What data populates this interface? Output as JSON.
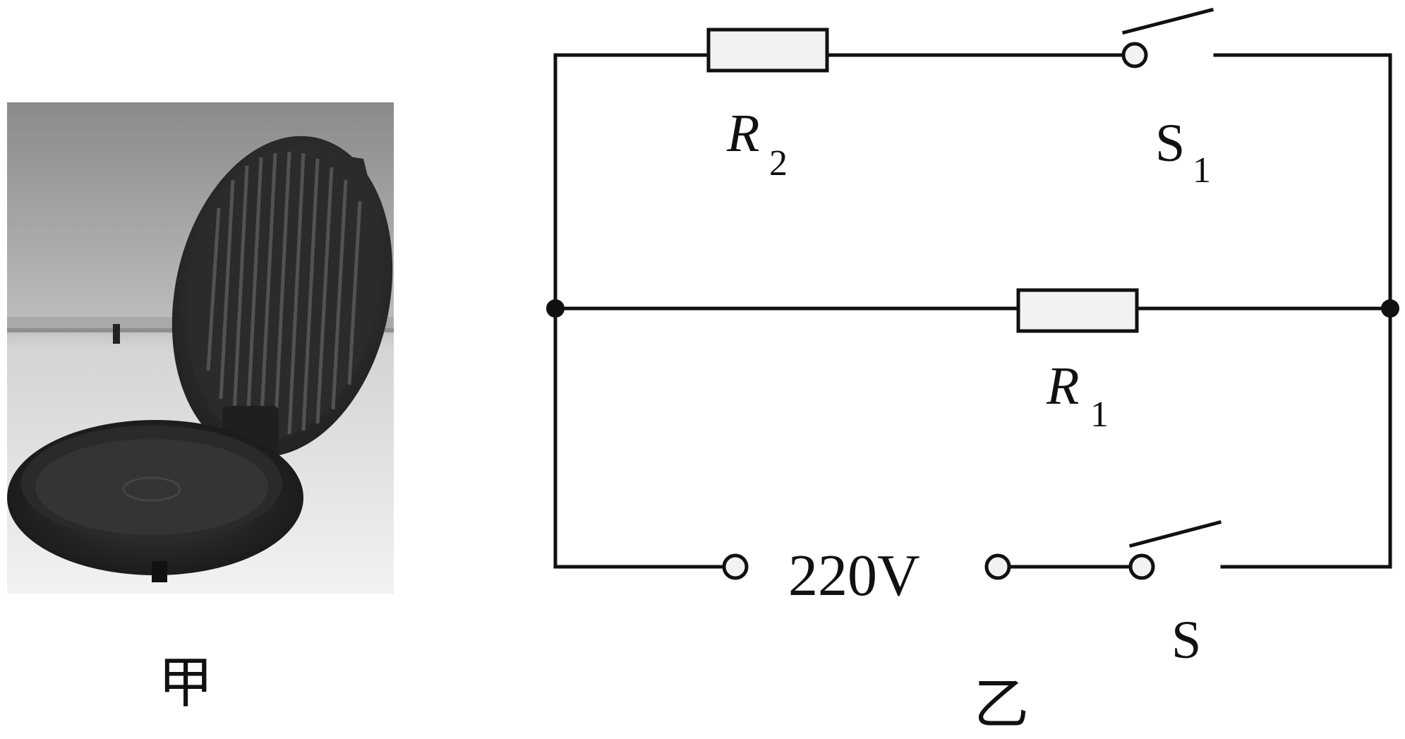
{
  "photo": {
    "caption": "甲"
  },
  "circuit": {
    "caption": "乙",
    "resistors": [
      {
        "id": "R2",
        "letter": "R",
        "sub": "2"
      },
      {
        "id": "R1",
        "letter": "R",
        "sub": "1"
      }
    ],
    "switches": [
      {
        "id": "S1",
        "letter": "S",
        "sub": "1"
      },
      {
        "id": "S",
        "letter": "S",
        "sub": ""
      }
    ],
    "source": {
      "label": "220V"
    }
  }
}
